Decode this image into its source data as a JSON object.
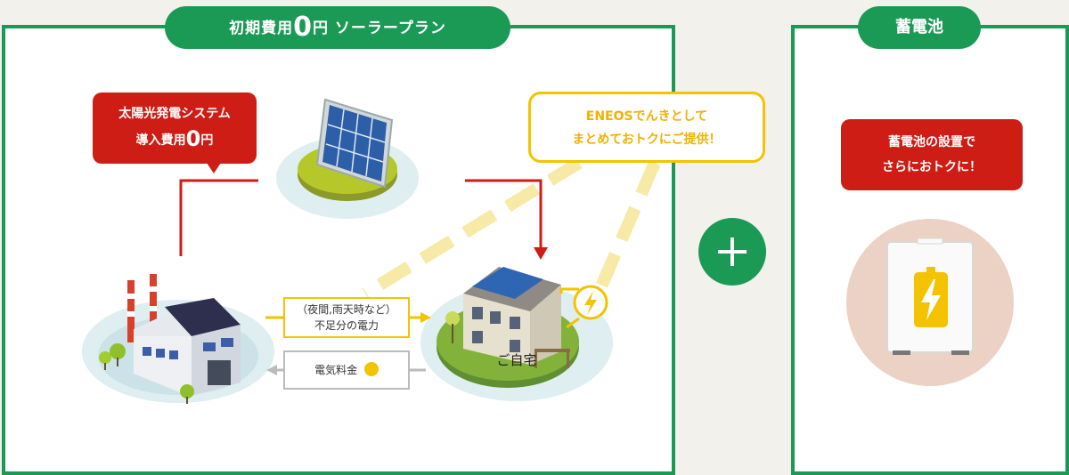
{
  "left_tab": {
    "prefix": "初期費用",
    "zero": "0",
    "suffix": "円 ソーラープラン"
  },
  "right_tab": {
    "label": "蓄電池"
  },
  "solar_callout": {
    "line1": "太陽光発電システム",
    "line2_prefix": "導入費用",
    "line2_zero": "0",
    "line2_suffix": "円"
  },
  "eneos_callout": {
    "line1": "ENEOSでんきとして",
    "line2": "まとめておトクにご提供！"
  },
  "night_label": {
    "line1": "（夜間,雨天時など）",
    "line2": "不足分の電力"
  },
  "fee_label": {
    "text": "電気料金"
  },
  "home_label": {
    "text": "ご自宅"
  },
  "battery_callout": {
    "line1": "蓄電池の設置で",
    "line2": "さらにおトクに！"
  },
  "colors": {
    "green": "#1b9a55",
    "red": "#cd1d15",
    "yellow": "#f3c300",
    "grey": "#bbbbbb"
  }
}
